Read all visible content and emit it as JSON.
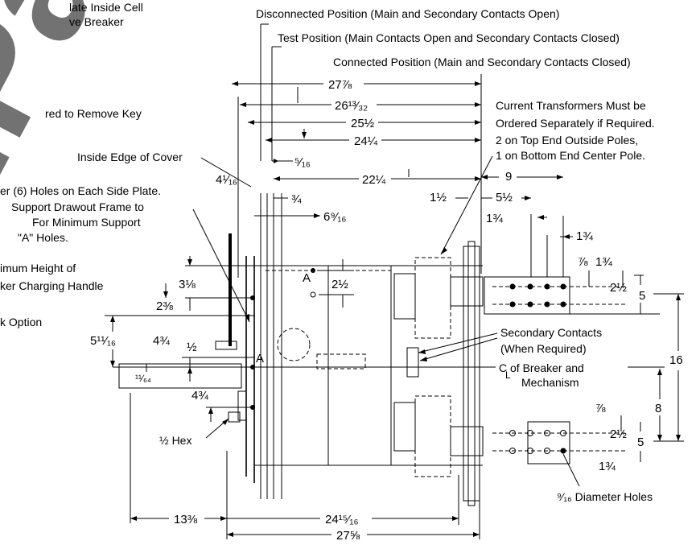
{
  "watermark": "alPar",
  "labels": {
    "disconnected": "Disconnected Position (Main and Secondary Contacts Open)",
    "test": "Test Position (Main Contacts Open and Secondary Contacts Closed)",
    "connected": "Connected Position (Main and Secondary Contacts Closed)",
    "ct1": "Current Transformers Must be",
    "ct2": "Ordered Separately if Required.",
    "ct3": "2 on Top End Outside Poles,",
    "ct4": "1 on Bottom End Center Pole.",
    "inside_edge": "Inside Edge of Cover",
    "plate1": "late Inside Cell",
    "plate2": "ve Breaker",
    "key": "red to Remove Key",
    "holes1": "er (6) Holes on Each Side Plate.",
    "holes2": "Support Drawout Frame to",
    "holes3": "For Minimum Support",
    "holes4": "\"A\" Holes.",
    "height1": "imum Height of",
    "height2": "ker Charging Handle",
    "option": "k Option",
    "sec1": "Secondary Contacts",
    "sec2": "(When Required)",
    "cl1": "C of Breaker and",
    "cl2": "Mechanism",
    "hex": "½ Hex",
    "diam_holes": "⁹⁄₁₆ Diameter Holes",
    "A_upper": "A",
    "A_lower": "A",
    "CL_mark": "L"
  },
  "dims": {
    "d27_7_8": "27⅞",
    "d26_13_32": "26¹³⁄₃₂",
    "d25_1_2": "25½",
    "d24_1_4": "24¼",
    "d22_1_4": "22¼",
    "d5_16": "⁵⁄₁₆",
    "d4_1_16": "4¹⁄₁₆",
    "d3_4": "¾",
    "d6_9_16": "6⁹⁄₁₆",
    "d1_1_2": "1½",
    "d9": "9",
    "d5_1_2": "5½",
    "d1_3_4a": "1¾",
    "d1_3_4b": "1¾",
    "d7_8a": "⅞",
    "d1_3_4c": "1¾",
    "d2_1_2a": "2½",
    "d5a": "5",
    "d16": "16",
    "d3_1_8": "3⅛",
    "d2_3_8": "2⅜",
    "d2_1_2b": "2½",
    "d5_11_16": "5¹¹⁄₁₆",
    "d4_3_4a": "4¾",
    "d1_2": "½",
    "d11_64": "¹¹⁄₆₄",
    "d4_3_4b": "4¾",
    "d8": "8",
    "d7_8b": "⅞",
    "d2_1_2c": "2½",
    "d5b": "5",
    "d1_3_4d": "1¾",
    "d13_3_8": "13⅜",
    "d24_15_16": "24¹⁵⁄₁₆",
    "d27_5_8": "27⅝"
  }
}
